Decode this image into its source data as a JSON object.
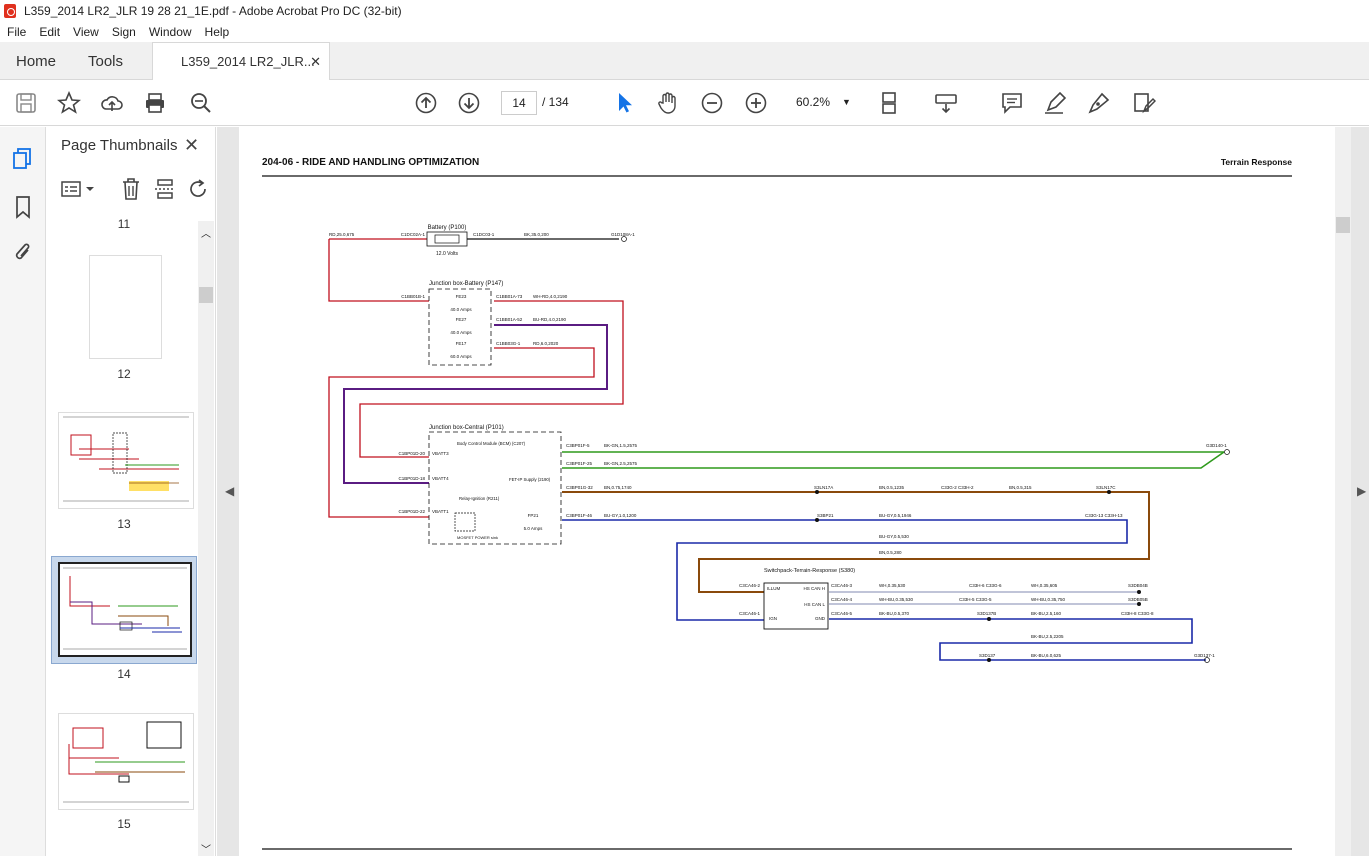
{
  "window": {
    "title": "L359_2014 LR2_JLR 19 28 21_1E.pdf - Adobe Acrobat Pro DC (32-bit)"
  },
  "menu": [
    "File",
    "Edit",
    "View",
    "Sign",
    "Window",
    "Help"
  ],
  "tabs": {
    "home": "Home",
    "tools": "Tools",
    "document": "L359_2014 LR2_JLR..."
  },
  "nav": {
    "current_page": "14",
    "total_pages": "/ 134",
    "zoom": "60.2%"
  },
  "panel": {
    "title": "Page Thumbnails"
  },
  "thumbnails": [
    {
      "label": "11"
    },
    {
      "label": "12"
    },
    {
      "label": "13"
    },
    {
      "label": "14",
      "selected": true
    },
    {
      "label": "15"
    }
  ],
  "document": {
    "header_left": "204-06 - RIDE AND HANDLING OPTIMIZATION",
    "header_right": "Terrain Response",
    "labels": {
      "battery": "Battery (P100)",
      "volts": "12.0 Volts",
      "c1dc02a": "C1DC02A-1",
      "c1dc03": "C1DC03-1",
      "rd25": "RD,25.0,675",
      "bk35": "BK,35.0,200",
      "g1d108": "G1D108A-1",
      "jbb": "Junction box-Battery (P147)",
      "c1bb01b": "C1BB01B-1",
      "fe23": "FE23",
      "fe23a": "40.0 Amps",
      "c1bb01a73": "C1BB01A-73",
      "wh_rd": "WH-RD,4.0,2190",
      "fe27": "FE27",
      "fe27a": "40.0 Amps",
      "c1bb01a52": "C1BB01A-52",
      "bu_rd": "BU-RD,4.0,2190",
      "fe17": "FE17",
      "fe17a": "60.0 Amps",
      "c1bb03g": "C1BB03G-1",
      "rd6": "RD,6.0,2020",
      "jbc": "Junction box-Central (P101)",
      "bcm": "Body Control Module (BCM) (C207)",
      "fet": "FET-IP Supply (2190)",
      "relay": "Relay-Ignition (R211)",
      "mtr": "MOSFET POWER sink",
      "c1bp01d20": "C1BP01D-20",
      "vbatt3": "VBATT3",
      "c1bp01d18": "C1BP01D-18",
      "vbatt4": "VBATT4",
      "c1bp01d22": "C1BP01D-22",
      "vbatt1": "VBATT1",
      "c3bp01f5": "C3BP01F-5",
      "bk_gn1": "BK-GN,1.5,2575",
      "c3bp01f25": "C3BP01F-25",
      "bk_gn2": "BK-GN,2.5,2575",
      "c3bp01g32": "C3BP01G-32",
      "bn075": "BN,0.75,1740",
      "c3bp01f46": "C3BP01F-46",
      "bu_gy1": "BU-GY,1.0,1200",
      "fp21": "FP21",
      "fp21a": "5.0 Amps",
      "g3d140": "G3D140-1",
      "s3ln17a": "S3LN17A",
      "bn05_1235": "BN,0.5,1235",
      "c33g2": "C33G-2 C33H-2",
      "bn05_315": "BN,0.5,315",
      "s3ln17c": "S3LN17C",
      "s3bp21": "S3BP21",
      "bu_gy1946": "BU-GY,0.5,1946",
      "c33g13": "C33G-13 C33H-13",
      "bu_gy530": "BU-GY,0.5,530",
      "bn280": "BN,0.5,280",
      "switch": "Switchpack-Terrain-Response (S380)",
      "c3ca462": "C3CA46-2",
      "illum": "ILLUM",
      "c3ca461": "C3CA46-1",
      "ign": "IGN",
      "hscanh": "HS CAN H",
      "hscanl": "HS CAN L",
      "gnd": "GND",
      "c3ca463": "C3CA46-3",
      "c3ca464": "C3CA46-4",
      "c3ca465": "C3CA46-5",
      "wh535": "WH,0.35,530",
      "whbu535": "WH-BU,0.35,530",
      "bkbu370": "BK-BU,0.5,370",
      "c33h6": "C33H-6 C33G-6",
      "c33h5": "C33H-5 C33G-5",
      "wh605": "WH,0.35,605",
      "whbu750": "WH-BU,0.35,750",
      "s3db04b": "S3DB04B",
      "s3db05b": "S3DB05B",
      "s3d137b": "S3D137B",
      "bkbu160": "BK-BU,2.5,160",
      "c33h8": "C33H-8 C33G-8",
      "bkbu2205": "BK-BU,2.5,2205",
      "s3d137": "S3D137",
      "bkbu625": "BK-BU,6.0,625",
      "g3d137": "G3D137-1"
    }
  },
  "colors": {
    "red": "#c0101e",
    "purple": "#5a1c82",
    "green": "#2e9a1c",
    "brown": "#8a4a0c",
    "blue": "#1a2aa8",
    "black": "#111111",
    "gray": "#9aa0c0"
  }
}
